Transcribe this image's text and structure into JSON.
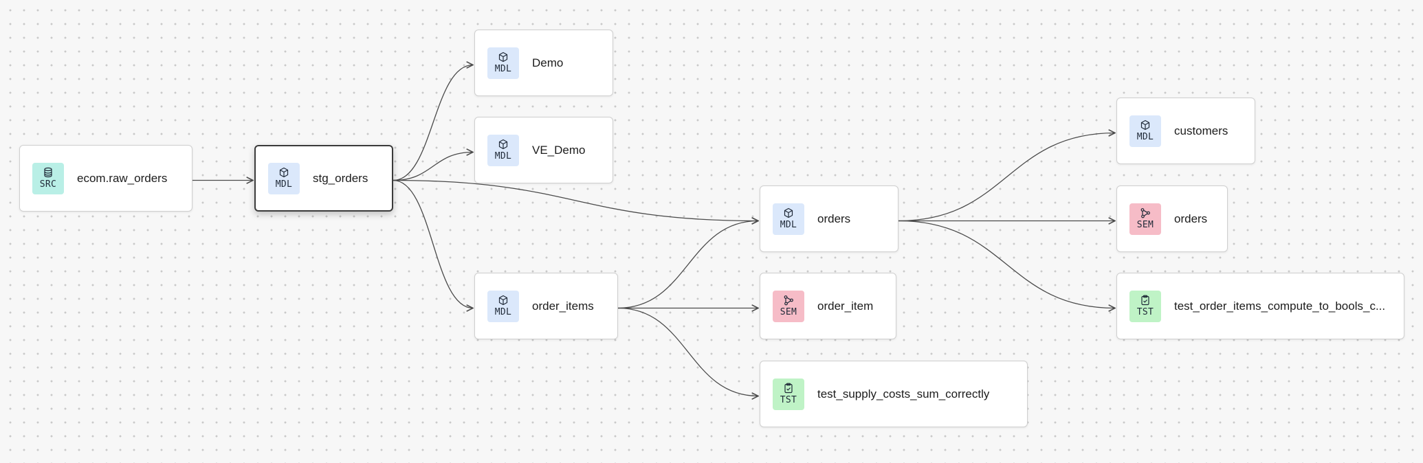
{
  "nodes": [
    {
      "id": "raw_orders",
      "kind": "SRC",
      "icon": "database-icon",
      "label": "ecom.raw_orders"
    },
    {
      "id": "stg_orders",
      "kind": "MDL",
      "icon": "cube-icon",
      "label": "stg_orders",
      "selected": true
    },
    {
      "id": "demo",
      "kind": "MDL",
      "icon": "cube-icon",
      "label": "Demo"
    },
    {
      "id": "ve_demo",
      "kind": "MDL",
      "icon": "cube-icon",
      "label": "VE_Demo"
    },
    {
      "id": "order_items",
      "kind": "MDL",
      "icon": "cube-icon",
      "label": "order_items"
    },
    {
      "id": "orders",
      "kind": "MDL",
      "icon": "cube-icon",
      "label": "orders"
    },
    {
      "id": "order_item",
      "kind": "SEM",
      "icon": "graph-icon",
      "label": "order_item"
    },
    {
      "id": "test_supply",
      "kind": "TST",
      "icon": "clipboard-icon",
      "label": "test_supply_costs_sum_correctly"
    },
    {
      "id": "customers",
      "kind": "MDL",
      "icon": "cube-icon",
      "label": "customers"
    },
    {
      "id": "orders_sem",
      "kind": "SEM",
      "icon": "graph-icon",
      "label": "orders"
    },
    {
      "id": "test_bools",
      "kind": "TST",
      "icon": "clipboard-icon",
      "label": "test_order_items_compute_to_bools_c..."
    }
  ],
  "edges": [
    [
      "raw_orders",
      "stg_orders"
    ],
    [
      "stg_orders",
      "demo"
    ],
    [
      "stg_orders",
      "ve_demo"
    ],
    [
      "stg_orders",
      "orders"
    ],
    [
      "stg_orders",
      "order_items"
    ],
    [
      "order_items",
      "orders"
    ],
    [
      "order_items",
      "order_item"
    ],
    [
      "order_items",
      "test_supply"
    ],
    [
      "orders",
      "customers"
    ],
    [
      "orders",
      "orders_sem"
    ],
    [
      "orders",
      "test_bools"
    ]
  ],
  "colors": {
    "edge": "#4a4a4a",
    "mdl": "#dbe8fb",
    "src": "#b9efe6",
    "sem": "#f6bcc7",
    "tst": "#bff3c6"
  }
}
